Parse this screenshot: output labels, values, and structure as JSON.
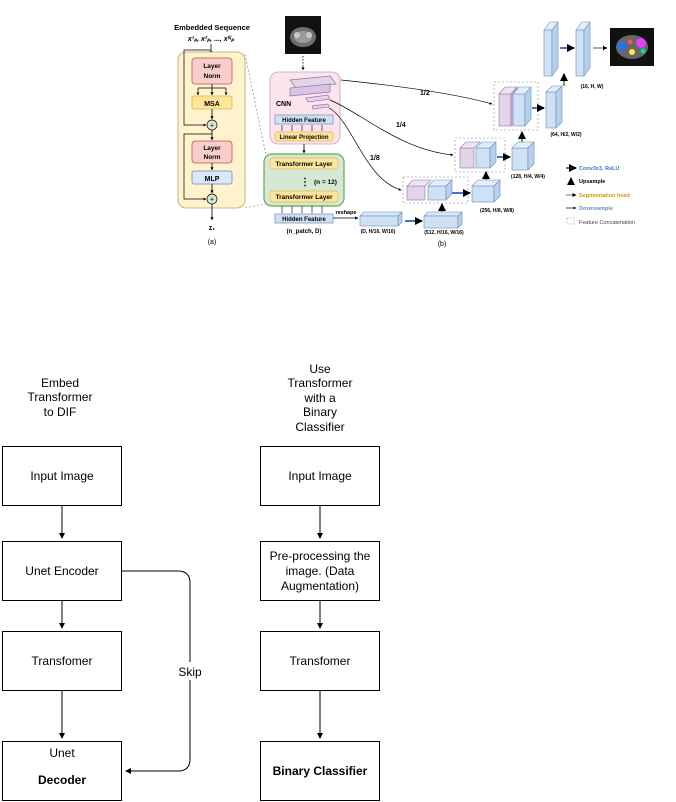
{
  "figure": {
    "embedded_sequence": "Embedded Sequence",
    "embedded_sequence_formula": "x¹ₚ, x²ₚ, ..., xᴺₚ",
    "layer_norm_1": "Layer\nNorm",
    "msa": "MSA",
    "layer_norm_2": "Layer\nNorm",
    "mlp": "MLP",
    "plus": "+",
    "z_output": "z₁",
    "label_a": "(a)",
    "cnn": "CNN",
    "hidden_feature_cnn": "Hidden Feature",
    "linear_projection": "Linear Projection",
    "transformer_layer_top": "Transformer Layer",
    "n_equals": "(n = 12)",
    "transformer_layer_bottom": "Transformer Layer",
    "hidden_feature_out": "Hidden Feature",
    "n_patch_d": "(n_patch, D)",
    "reshape": "reshape",
    "shape_d": "(D, H/16, W/16)",
    "shape_512": "(512, H/16, W/16)",
    "shape_256": "(256, H/8, W/8)",
    "shape_128": "(128, H/4, W/4)",
    "shape_64": "(64, H/2, W/2)",
    "shape_16": "(16, H, W)",
    "skip_half": "1/2",
    "skip_quarter": "1/4",
    "skip_eighth": "1/8",
    "label_b": "(b)",
    "legend": {
      "conv": "Conv3x3, ReLU",
      "upsample": "Upsample",
      "seg_head": "Segmentation head",
      "downsample": "Downsample",
      "concat": "Feature Concatenation"
    }
  },
  "flow_left": {
    "title": "Embed\nTransformer\nto DIF",
    "input_image": "Input Image",
    "unet_encoder": "Unet Encoder",
    "transformer": "Transfomer",
    "decoder_top": "Unet",
    "decoder_bottom": "Decoder",
    "skip_label": "Skip"
  },
  "flow_right": {
    "title": "Use\nTransformer\nwith a\nBinary\nClassifier",
    "input_image": "Input Image",
    "preprocessing": "Pre-processing the image. (Data Augmentation)",
    "transformer": "Transfomer",
    "binary_classifier": "Binary Classifier"
  },
  "colors": {
    "layer_norm_fill": "#f8cecc",
    "msa_fill": "#ffe599",
    "mlp_fill": "#dae8fc",
    "left_panel_fill": "#fff2cc",
    "cnn_panel_fill": "#fce4ec",
    "transformer_panel_fill": "#d5e8d4",
    "cube_blue": "#cfe2f3",
    "cube_purple": "#e1d5e7",
    "arrow_blue": "#4472c4",
    "arrow_green": "#6aa84f",
    "seg_orange": "#d79b00"
  }
}
